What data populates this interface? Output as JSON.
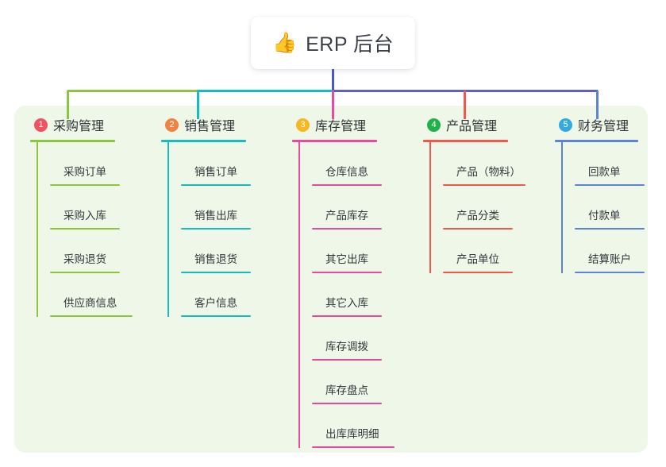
{
  "root": {
    "icon": "thumbs-up-icon",
    "icon_glyph": "👍",
    "label": "ERP 后台"
  },
  "theme": {
    "panel_bg": "#eef7e8",
    "page_bg": "#ffffff",
    "root_box_bg": "#ffffff",
    "title_color": "#2f3439",
    "item_color": "#33383d",
    "trunk_color": "#4a56c4"
  },
  "columns": [
    {
      "number": "1",
      "title": "采购管理",
      "badge_color": "#f0525f",
      "line_color": "#8cc63e",
      "items": [
        "采购订单",
        "采购入库",
        "采购退货",
        "供应商信息"
      ]
    },
    {
      "number": "2",
      "title": "销售管理",
      "badge_color": "#f08244",
      "line_color": "#17bcbc",
      "items": [
        "销售订单",
        "销售出库",
        "销售退货",
        "客户信息"
      ]
    },
    {
      "number": "3",
      "title": "库存管理",
      "badge_color": "#f5b820",
      "line_color": "#e84aa0",
      "items": [
        "仓库信息",
        "产品库存",
        "其它出库",
        "其它入库",
        "库存调拨",
        "库存盘点",
        "出库库明细"
      ]
    },
    {
      "number": "4",
      "title": "产品管理",
      "badge_color": "#21b14c",
      "line_color": "#f2574c",
      "items": [
        "产品（物料）",
        "产品分类",
        "产品单位"
      ]
    },
    {
      "number": "5",
      "title": "财务管理",
      "badge_color": "#34a9e0",
      "line_color": "#5b83d6",
      "items": [
        "回款单",
        "付款单",
        "结算账户"
      ]
    }
  ]
}
